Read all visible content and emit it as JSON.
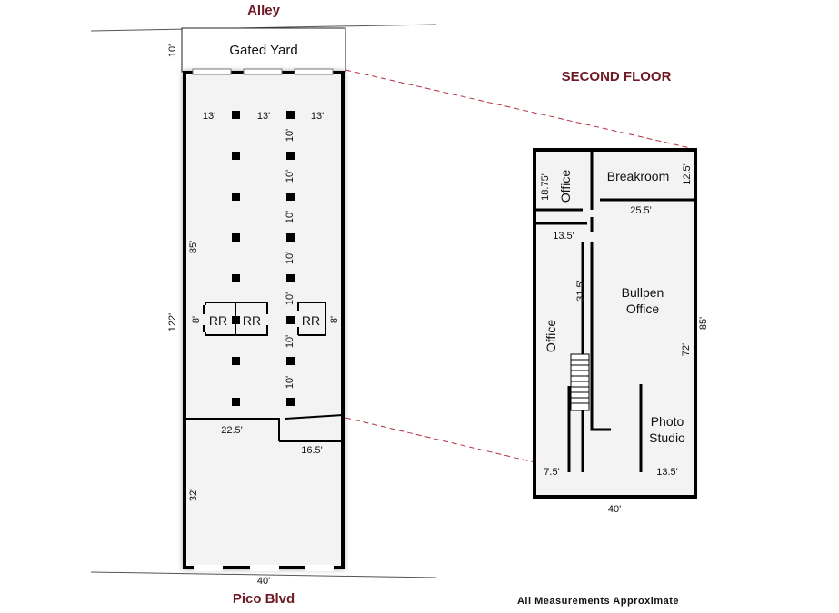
{
  "title": "SECOND FLOOR",
  "footer_note": "All Measurements Approximate",
  "streets": {
    "top": "Alley",
    "bottom": "Pico Blvd"
  },
  "colors": {
    "accent": "#6e1a25",
    "floor_fill": "#f3f3f3",
    "wall": "#000000"
  },
  "ground_floor": {
    "gated_yard": "Gated Yard",
    "restrooms": [
      "RR",
      "RR",
      "RR"
    ],
    "measurements": {
      "yard_depth": "10'",
      "bay_left": "13'",
      "bay_mid": "13'",
      "bay_right": "13'",
      "column_spacing": [
        "10'",
        "10'",
        "10'",
        "10'",
        "10'",
        "10'",
        "10'"
      ],
      "main_depth": "85'",
      "total_depth": "122'",
      "rr_left": "8'",
      "rr_right": "8'",
      "front_left_width": "22.5'",
      "front_right_width": "16.5'",
      "front_depth": "32'",
      "width": "40'"
    }
  },
  "second_floor": {
    "rooms": {
      "office_top": "Office",
      "breakroom": "Breakroom",
      "bullpen_line1": "Bullpen",
      "bullpen_line2": "Office",
      "office_side": "Office",
      "photo_line1": "Photo",
      "photo_line2": "Studio"
    },
    "measurements": {
      "office_top_depth": "18.75'",
      "breakroom_depth": "12.5'",
      "breakroom_width": "25.5'",
      "office_top_width": "13.5'",
      "corridor": "31.5'",
      "depth_outer": "85'",
      "bullpen_depth": "72'",
      "office_width": "7.5'",
      "photo_width": "13.5'",
      "width": "40'"
    }
  }
}
